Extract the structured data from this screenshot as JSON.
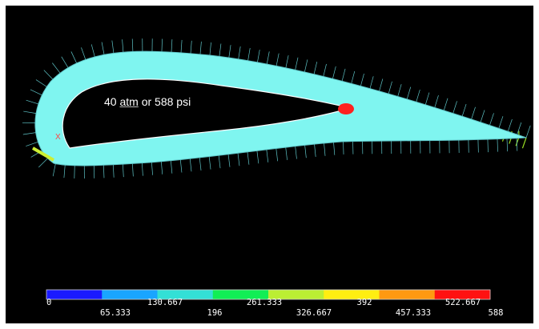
{
  "annotation": {
    "pre": "40 ",
    "underlined": "atm",
    "post": " or 588 psi"
  },
  "node_marker": "X",
  "colors": {
    "background": "#000000",
    "mesh_fill": "#7ff5f0",
    "mesh_lines": "#5ec3c6",
    "pressure_arrows_high": "#ff1a1a",
    "pressure_arrows_low": "#66cc33"
  },
  "legend": {
    "segments": [
      {
        "color": "#1a1aff"
      },
      {
        "color": "#19a5ff"
      },
      {
        "color": "#33e0d6"
      },
      {
        "color": "#11ee55"
      },
      {
        "color": "#bbee33"
      },
      {
        "color": "#ffee11"
      },
      {
        "color": "#ff9911"
      },
      {
        "color": "#ff1111"
      }
    ],
    "labels_top": [
      "0",
      "130.667",
      "261.333",
      "392",
      "522.667"
    ],
    "labels_bottom": [
      "65.333",
      "196",
      "326.667",
      "457.333",
      "588"
    ]
  }
}
